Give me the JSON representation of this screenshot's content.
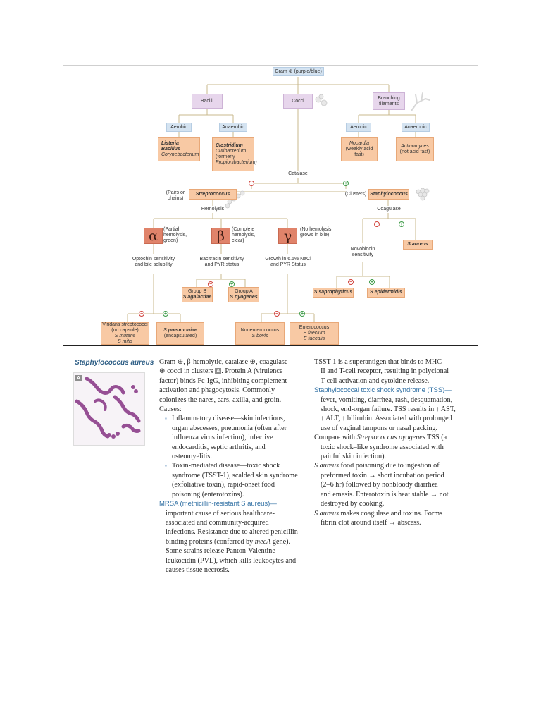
{
  "flowchart": {
    "root": {
      "line1": "Gram",
      "sym": "⊕",
      "line2": "(purple/blue)"
    },
    "bacilli": "Bacilli",
    "cocci": "Cocci",
    "branching": [
      "Branching",
      "filaments"
    ],
    "aerobic_left": "Aerobic",
    "anaerobic_left": "Anaerobic",
    "aerobic_right": "Aerobic",
    "anaerobic_right": "Anaerobic",
    "aerobic_genera": [
      "Listeria",
      "Bacillus",
      "Corynebacterium"
    ],
    "anaerobic_genera": [
      "Clostridium",
      "Cutibacterium",
      "(formerly",
      "Propionibacterium)"
    ],
    "nocardia": [
      "Nocardia",
      "(weakly acid fast)"
    ],
    "actinomyces": [
      "Actinomyces",
      "(not acid fast)"
    ],
    "catalase": "Catalase",
    "pairs_chains": [
      "(Pairs or",
      "chains)"
    ],
    "streptococcus": "Streptococcus",
    "clusters": "(Clusters)",
    "staphylococcus": "Staphylococcus",
    "hemolysis": "Hemolysis",
    "coagulase": "Coagulase",
    "alpha": "α",
    "beta": "β",
    "gamma": "γ",
    "alpha_desc": [
      "(Partial",
      "hemolysis,",
      "green)"
    ],
    "beta_desc": [
      "(Complete",
      "hemolysis,",
      "clear)"
    ],
    "gamma_desc": [
      "(No hemolysis,",
      "grows in bile)"
    ],
    "optochin": [
      "Optochin sensitivity",
      "and bile solubility"
    ],
    "bacitracin": [
      "Bacitracin sensitivity",
      "and PYR status"
    ],
    "growth_nacl": [
      "Growth in 6.5% NaCl",
      "and PYR Status"
    ],
    "novobiocin": [
      "Novobiocin",
      "sensitivity"
    ],
    "s_aureus": "S aureus",
    "group_b": [
      "Group B",
      "S agalactiae"
    ],
    "group_a": [
      "Group A",
      "S pyogenes"
    ],
    "s_saprophyticus": "S saprophyticus",
    "s_epidermidis": "S epidermidis",
    "viridans": [
      "Viridans streptococci",
      "(no capsule)",
      "S mutans",
      "S mitis"
    ],
    "s_pneumoniae": [
      "S pneumoniae",
      "(encapsulated)"
    ],
    "nonenterococcus": [
      "Nonenterococcus",
      "S bovis"
    ],
    "enterococcus": [
      "Enterococcus",
      "E faecium",
      "E faecalis"
    ],
    "neg": "−",
    "pos": "+"
  },
  "section": {
    "title": "Staphylococcus aureus",
    "image_tag": "A"
  },
  "middle_column": {
    "p1": [
      "Gram ⊕, β-hemolytic, catalase ⊕, coagulase",
      "⊕ cocci in clusters",
      "A",
      ". Protein A (virulence",
      "factor) binds Fc-IgG, inhibiting complement",
      "activation and phagocytosis. Commonly",
      "colonizes the nares, ears, axilla, and groin."
    ],
    "causes": "Causes:",
    "bullet1": [
      "Inflammatory disease—skin infections,",
      "organ abscesses, pneumonia (often after",
      "influenza virus infection), infective",
      "endocarditis, septic arthritis, and",
      "osteomyelitis."
    ],
    "bullet2": [
      "Toxin-mediated disease—toxic shock",
      "syndrome (TSST-1), scalded skin syndrome",
      "(exfoliative toxin), rapid-onset food",
      "poisoning (enterotoxins)."
    ],
    "mrsa_head": "MRSA (methicillin-resistant S aureus)—",
    "mrsa": [
      "important cause of serious healthcare-",
      "associated and community-acquired",
      "infections. Resistance due to altered penicillin-",
      "binding proteins (conferred by",
      "mecA",
      " gene).",
      "Some strains release Panton-Valentine",
      "leukocidin (PVL), which kills leukocytes and",
      "causes tissue necrosis."
    ]
  },
  "right_column": {
    "tsst": [
      "TSST-1 is a superantigen that binds to MHC",
      "II and T-cell receptor, resulting in polyclonal",
      "T-cell activation and cytokine release."
    ],
    "tss_head": "Staphylococcal toxic shock syndrome (TSS)—",
    "tss": [
      "fever, vomiting, diarrhea, rash, desquamation,",
      "shock, end-organ failure. TSS results in ↑ AST,",
      "↑ ALT, ↑ bilirubin. Associated with prolonged",
      "use of vaginal tampons or nasal packing."
    ],
    "compare": [
      "Compare with",
      "Streptococcus pyogenes",
      "TSS (a",
      "toxic shock–like syndrome associated with",
      "painful skin infection)."
    ],
    "food": [
      "S aureus",
      "food poisoning due to ingestion of",
      "preformed toxin → short incubation period",
      "(2–6 hr) followed by nonbloody diarrhea",
      "and emesis. Enterotoxin is heat stable → not",
      "destroyed by cooking."
    ],
    "coag": [
      "S aureus",
      "makes coagulase and toxins. Forms",
      "fibrin clot around itself → abscess."
    ]
  }
}
